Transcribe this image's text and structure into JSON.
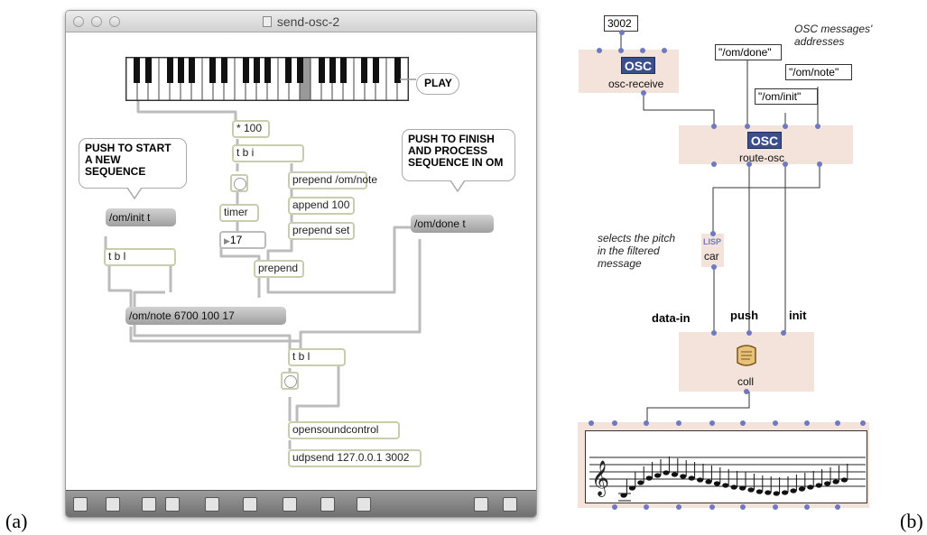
{
  "captions": {
    "a": "(a)",
    "b": "(b)"
  },
  "max_window": {
    "title": "send-osc-2",
    "play_label": "PLAY",
    "comment_start": "PUSH TO START A NEW SEQUENCE",
    "comment_finish": "PUSH TO FINISH AND PROCESS SEQUENCE IN OM",
    "objects": {
      "mult": "* 100",
      "tbi": "t b i",
      "prepend_note": "prepend /om/note",
      "append": "append 100",
      "prepend_set": "prepend set",
      "timer": "timer",
      "number": "17",
      "prepend": "prepend",
      "tbl_left": "t b l",
      "tbl_bottom": "t b l",
      "opensoundcontrol": "opensoundcontrol",
      "udpsend": "udpsend 127.0.0.1 3002"
    },
    "messages": {
      "init": "/om/init t",
      "done": "/om/done t",
      "note": "/om/note 6700 100 17"
    }
  },
  "om_patch": {
    "port": "3002",
    "osc_badge": "OSC",
    "osc_receive": "osc-receive",
    "route_osc": "route-osc",
    "addresses_comment": "OSC messages' addresses",
    "addr_done": "\"/om/done\"",
    "addr_note": "\"/om/note\"",
    "addr_init": "\"/om/init\"",
    "lisp_badge": "LISP",
    "car": "car",
    "car_comment": "selects the pitch in the filtered message",
    "label_data_in": "data-in",
    "label_push": "push",
    "label_init": "init",
    "coll": "coll"
  }
}
